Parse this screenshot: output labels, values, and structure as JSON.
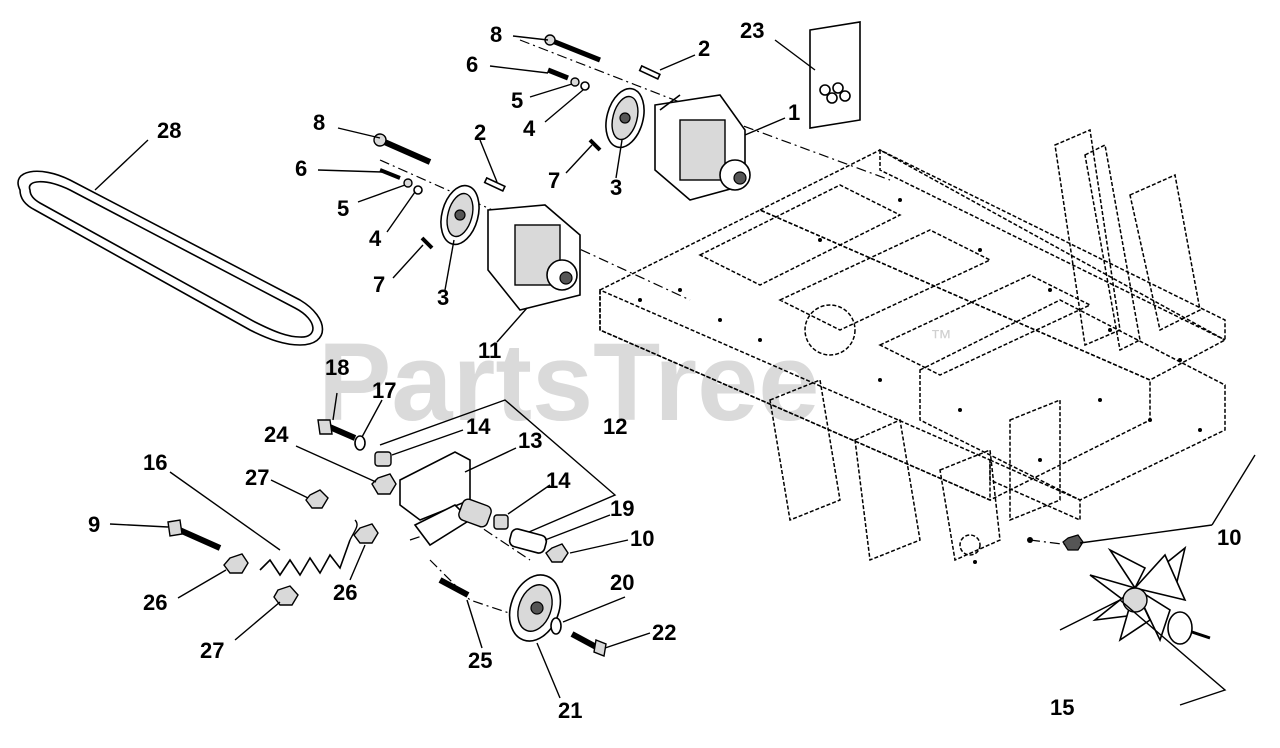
{
  "watermark": {
    "text": "PartsTree",
    "trademark": "™"
  },
  "callouts": [
    {
      "id": "c-8a",
      "text": "8"
    },
    {
      "id": "c-2a",
      "text": "2"
    },
    {
      "id": "c-23",
      "text": "23"
    },
    {
      "id": "c-6a",
      "text": "6"
    },
    {
      "id": "c-5a",
      "text": "5"
    },
    {
      "id": "c-4a",
      "text": "4"
    },
    {
      "id": "c-1",
      "text": "1"
    },
    {
      "id": "c-7a",
      "text": "7"
    },
    {
      "id": "c-3a",
      "text": "3"
    },
    {
      "id": "c-28",
      "text": "28"
    },
    {
      "id": "c-8b",
      "text": "8"
    },
    {
      "id": "c-2b",
      "text": "2"
    },
    {
      "id": "c-6b",
      "text": "6"
    },
    {
      "id": "c-5b",
      "text": "5"
    },
    {
      "id": "c-4b",
      "text": "4"
    },
    {
      "id": "c-7b",
      "text": "7"
    },
    {
      "id": "c-3b",
      "text": "3"
    },
    {
      "id": "c-11",
      "text": "11"
    },
    {
      "id": "c-18",
      "text": "18"
    },
    {
      "id": "c-17",
      "text": "17"
    },
    {
      "id": "c-24",
      "text": "24"
    },
    {
      "id": "c-14a",
      "text": "14"
    },
    {
      "id": "c-12",
      "text": "12"
    },
    {
      "id": "c-13",
      "text": "13"
    },
    {
      "id": "c-16",
      "text": "16"
    },
    {
      "id": "c-27a",
      "text": "27"
    },
    {
      "id": "c-14b",
      "text": "14"
    },
    {
      "id": "c-19",
      "text": "19"
    },
    {
      "id": "c-9",
      "text": "9"
    },
    {
      "id": "c-10a",
      "text": "10"
    },
    {
      "id": "c-10b",
      "text": "10"
    },
    {
      "id": "c-26a",
      "text": "26"
    },
    {
      "id": "c-26b",
      "text": "26"
    },
    {
      "id": "c-20",
      "text": "20"
    },
    {
      "id": "c-27b",
      "text": "27"
    },
    {
      "id": "c-22",
      "text": "22"
    },
    {
      "id": "c-25",
      "text": "25"
    },
    {
      "id": "c-21",
      "text": "21"
    },
    {
      "id": "c-15",
      "text": "15"
    }
  ]
}
